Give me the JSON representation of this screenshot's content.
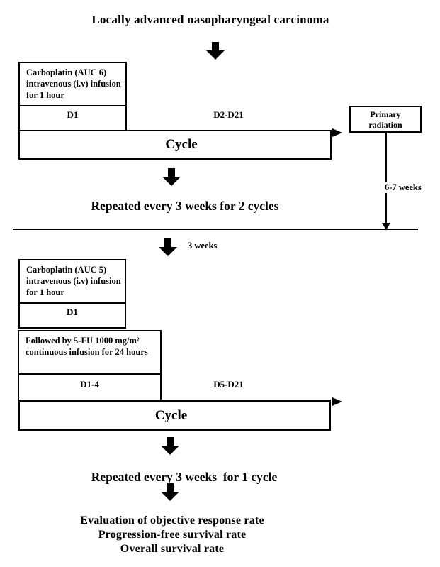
{
  "title": "Locally advanced nasopharyngeal carcinoma",
  "colors": {
    "ink": "#000000",
    "background": "#ffffff"
  },
  "phase1": {
    "drug_box": {
      "line1": "Carboplatin (AUC 6)",
      "line2": "intravenous (i.v) infusion",
      "line3": "for 1 hour"
    },
    "day_label": "D1",
    "rest_label": "D2-D21",
    "cycle_label": "Cycle",
    "radiation_box": {
      "line1": "Primary",
      "line2": "radiation"
    },
    "radiation_interval_label": "6-7 weeks",
    "repeat_text": "Repeated every 3 weeks for 2 cycles"
  },
  "transition": {
    "interval_label": "3 weeks"
  },
  "phase2": {
    "drug_box": {
      "line1": "Carboplatin (AUC 5)",
      "line2": "intravenous (i.v) infusion",
      "line3": "for 1 hour"
    },
    "day_label": "D1",
    "fu_box": {
      "line1": "Followed by 5-FU 1000 mg/m²",
      "line2": "continuous infusion for 24 hours"
    },
    "fu_day_label": "D1-4",
    "rest_label": "D5-D21",
    "cycle_label": "Cycle",
    "repeat_text": "Repeated every 3 weeks  for 1 cycle"
  },
  "outcome": {
    "line1": "Evaluation of objective response rate",
    "line2": "Progression-free survival rate",
    "line3": "Overall survival rate"
  }
}
